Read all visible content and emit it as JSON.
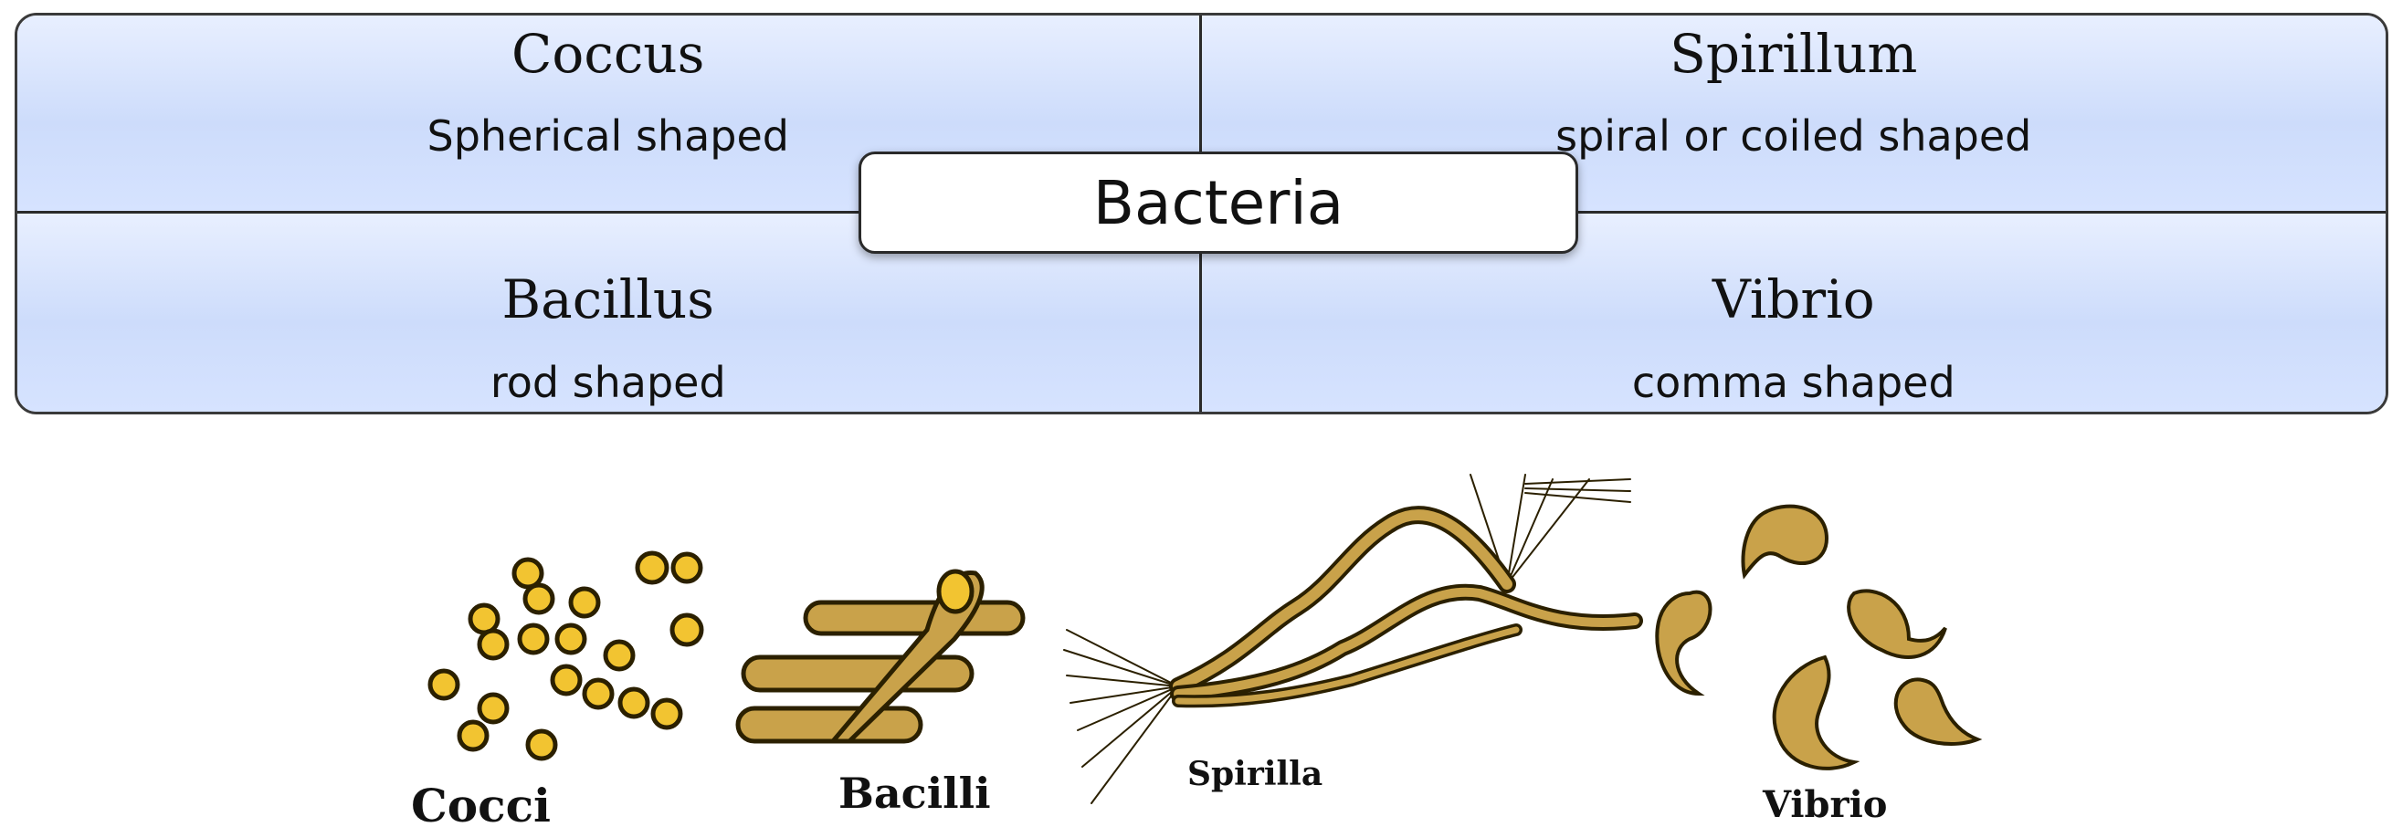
{
  "center_label": "Bacteria",
  "quadrants": {
    "top_left": {
      "title": "Coccus",
      "description": "Spherical shaped"
    },
    "top_right": {
      "title": "Spirillum",
      "description": "spiral or coiled shaped"
    },
    "bottom_left": {
      "title": "Bacillus",
      "description": "rod shaped"
    },
    "bottom_right": {
      "title": "Vibrio",
      "description": "comma shaped"
    }
  },
  "illustrations": {
    "cocci": "Cocci",
    "bacilli": "Bacilli",
    "spirilla": "Spirilla",
    "vibrio": "Vibrio"
  },
  "colors": {
    "panel_fill": "#d6e3ff",
    "bacteria_fill": "#c9a24a",
    "bacteria_outline": "#2b2000",
    "cocci_fill": "#f2c431"
  }
}
